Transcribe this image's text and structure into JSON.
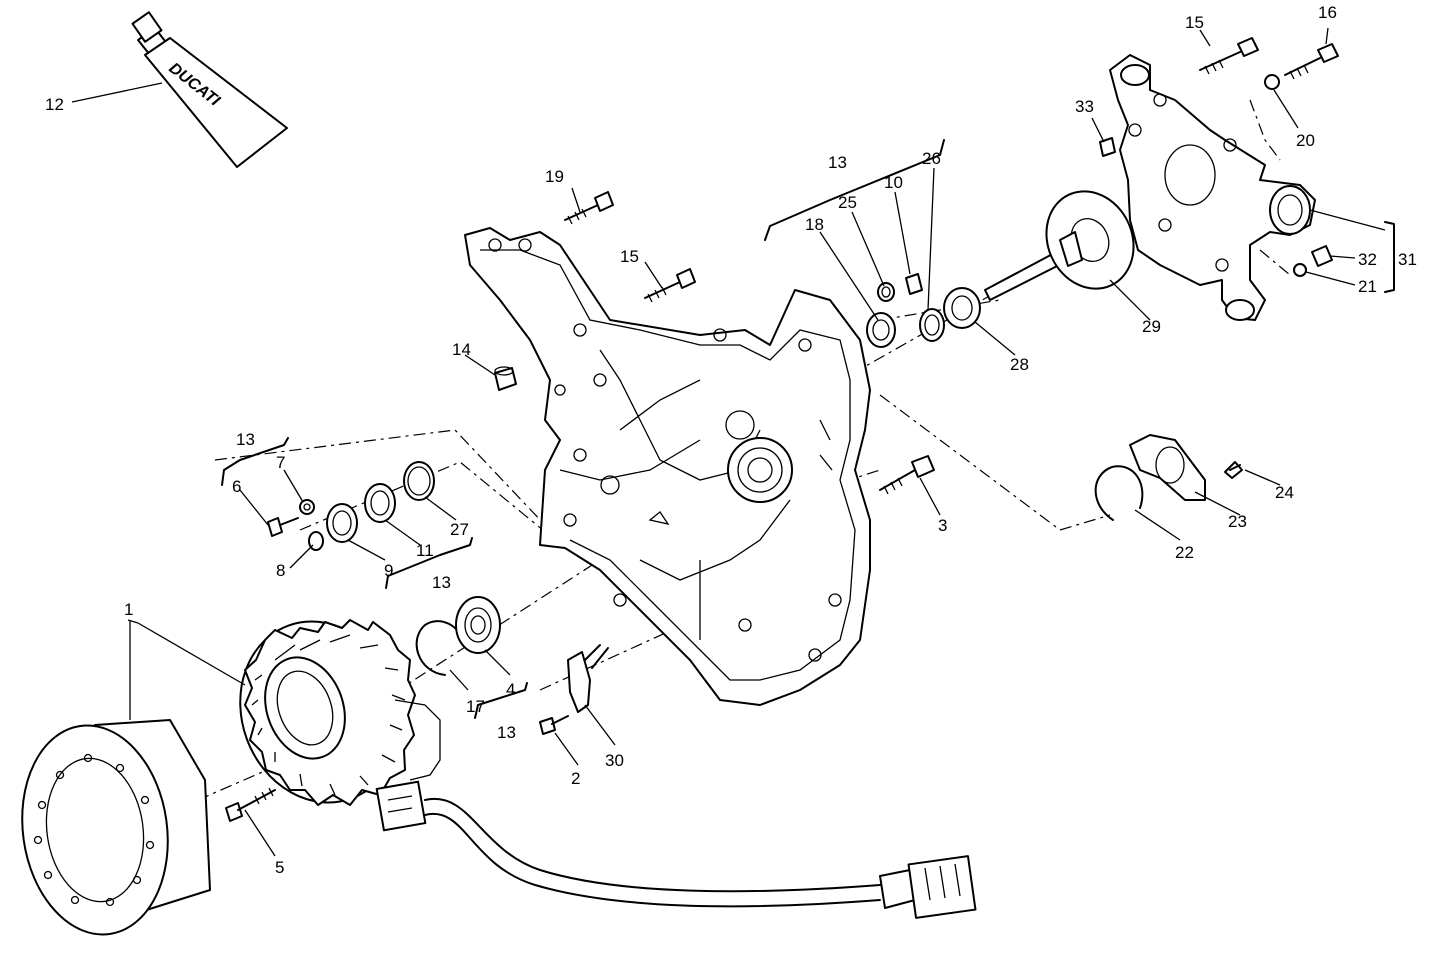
{
  "brand_text": "DUCATI",
  "callouts": [
    "1",
    "2",
    "3",
    "4",
    "5",
    "6",
    "7",
    "8",
    "9",
    "10",
    "11",
    "12",
    "13",
    "13",
    "13",
    "13",
    "14",
    "15",
    "15",
    "16",
    "17",
    "18",
    "19",
    "20",
    "21",
    "22",
    "23",
    "24",
    "25",
    "26",
    "27",
    "28",
    "29",
    "30",
    "31",
    "32",
    "33"
  ]
}
